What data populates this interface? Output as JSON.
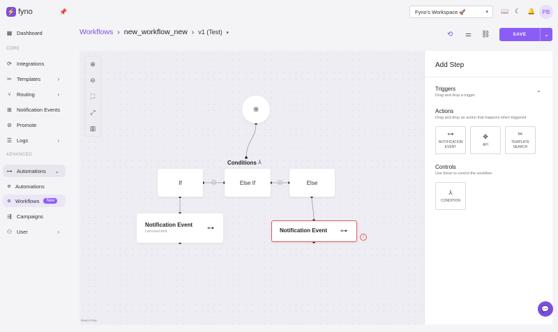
{
  "brand": {
    "name": "fyno"
  },
  "sidebar": {
    "sections": {
      "core": "CORE",
      "advanced": "ADVANCED"
    },
    "items": [
      {
        "label": "Dashboard",
        "icon": "dashboard-icon"
      },
      {
        "label": "Integrations",
        "icon": "integrations-icon"
      },
      {
        "label": "Templates",
        "icon": "templates-icon"
      },
      {
        "label": "Routing",
        "icon": "routing-icon"
      },
      {
        "label": "Notification Events",
        "icon": "events-icon"
      },
      {
        "label": "Promote",
        "icon": "promote-icon"
      },
      {
        "label": "Logs",
        "icon": "logs-icon"
      },
      {
        "label": "Automations",
        "icon": "automations-icon"
      },
      {
        "label": "Automations",
        "icon": "circle-icon"
      },
      {
        "label": "Workflows",
        "icon": "circle-icon",
        "badge": "New"
      },
      {
        "label": "Campaigns",
        "icon": "campaigns-icon"
      },
      {
        "label": "User",
        "icon": "user-icon"
      }
    ]
  },
  "topbar": {
    "workspace": "Fyno's Workspace 🚀",
    "avatar": "PB"
  },
  "breadcrumb": {
    "root": "Workflows",
    "workflow": "new_workflow_new",
    "version": "v1 (Test)"
  },
  "toolbar": {
    "save_label": "SAVE"
  },
  "canvas": {
    "conditions_label": "Conditions",
    "nodes": {
      "if": "If",
      "else_if": "Else If",
      "else": "Else"
    },
    "event_nodes": [
      {
        "title": "Notification Event",
        "subtitle": "carousel-test"
      },
      {
        "title": "Notification Event",
        "subtitle": ""
      }
    ],
    "attribution": "React Flow"
  },
  "panel": {
    "title": "Add Step",
    "triggers": {
      "title": "Triggers",
      "desc": "Drag and drop a trigger"
    },
    "actions": {
      "title": "Actions",
      "desc": "Drag and drop an action that happens when triggered",
      "cards": [
        {
          "line1": "NOTIFICATION",
          "line2": "EVENT"
        },
        {
          "line1": "API",
          "line2": ""
        },
        {
          "line1": "TEMPLATE",
          "line2": "SEARCH"
        }
      ]
    },
    "controls": {
      "title": "Controls",
      "desc": "Use these to control the workflow",
      "cards": [
        {
          "line1": "CONDITION",
          "line2": ""
        }
      ]
    }
  },
  "colors": {
    "accent": "#8b5cf6",
    "error": "#e05a5a"
  }
}
